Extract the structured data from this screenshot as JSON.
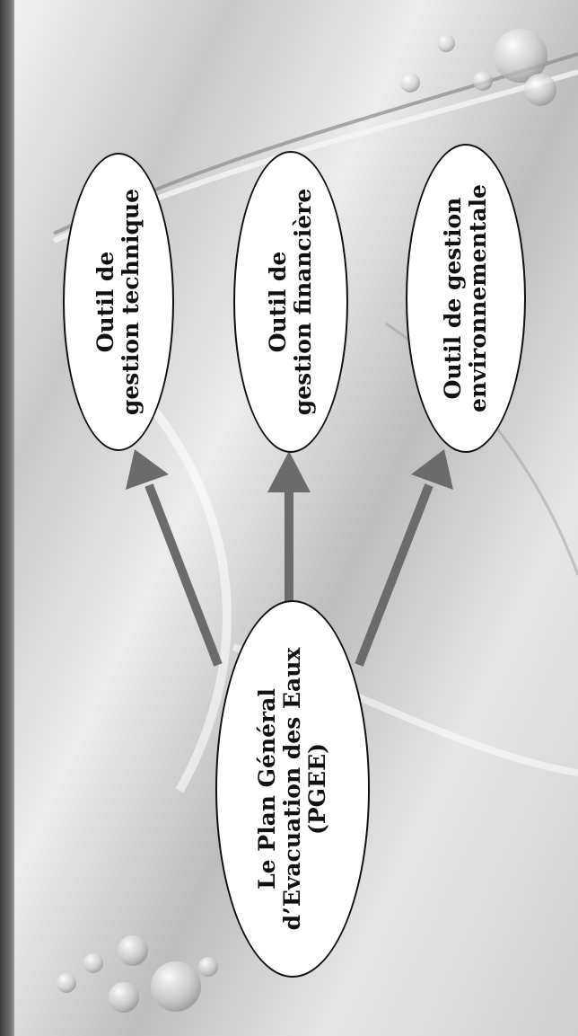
{
  "diagram": {
    "source_node": {
      "lines": [
        "Le Plan Général",
        "d’Evacuation des Eaux",
        "(PGEE)"
      ]
    },
    "target_nodes": [
      {
        "lines": [
          "Outil de",
          "gestion technique"
        ]
      },
      {
        "lines": [
          "Outil de",
          "gestion financière"
        ]
      },
      {
        "lines": [
          "Outil de gestion",
          "environnementale"
        ]
      }
    ],
    "colors": {
      "arrow": "#6b6b6b",
      "node_fill": "#ffffff",
      "node_border": "#111111"
    }
  }
}
